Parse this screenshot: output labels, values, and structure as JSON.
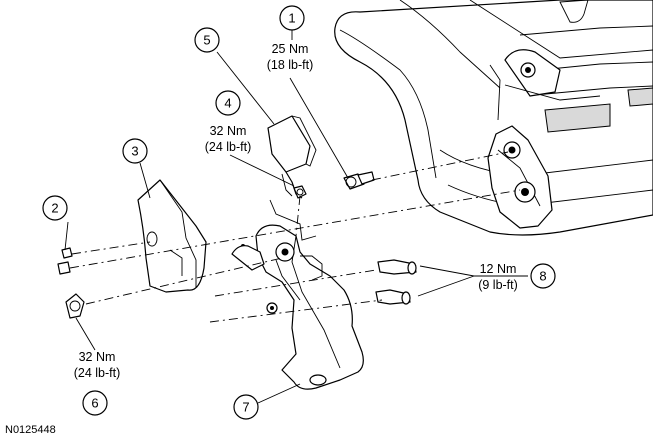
{
  "figure_id": "N0125448",
  "callouts": [
    {
      "number": "1",
      "torque_nm": "25 Nm",
      "torque_lbft": "(18 lb-ft)"
    },
    {
      "number": "2"
    },
    {
      "number": "3"
    },
    {
      "number": "4",
      "torque_nm": "32 Nm",
      "torque_lbft": "(24 lb-ft)"
    },
    {
      "number": "5"
    },
    {
      "number": "6",
      "torque_nm": "32 Nm",
      "torque_lbft": "(24 lb-ft)"
    },
    {
      "number": "7"
    },
    {
      "number": "8",
      "torque_nm": "12 Nm",
      "torque_lbft": "(9 lb-ft)"
    }
  ]
}
